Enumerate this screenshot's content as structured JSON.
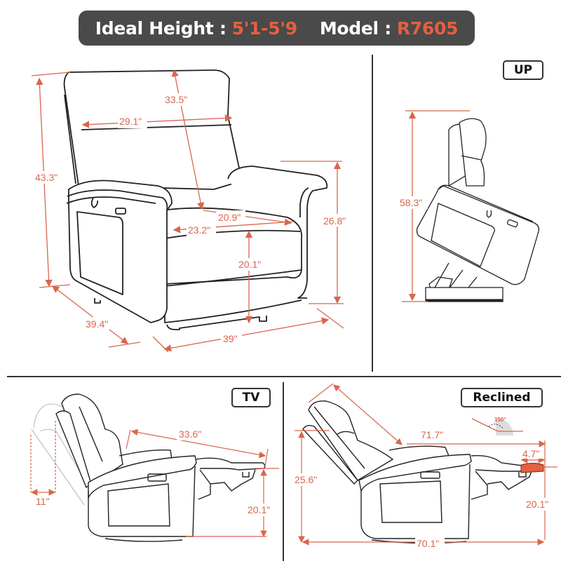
{
  "header": {
    "ideal_height_label": "Ideal Height :",
    "ideal_height_value": "5'1-5'9",
    "model_label": "Model :",
    "model_value": "R7605"
  },
  "colors": {
    "banner_bg": "#4a4a4a",
    "accent": "#e4603f",
    "dimension_line": "#d9664c",
    "outline": "#222222"
  },
  "panels": {
    "front": {
      "dimensions": {
        "overall_height": "43.3\"",
        "back_height": "33.5\"",
        "back_width": "29.1\"",
        "seat_depth": "20.9\"",
        "seat_width": "23.2\"",
        "seat_height": "20.1\"",
        "arm_height": "26.8\"",
        "depth": "39.4\"",
        "width": "39\""
      }
    },
    "up": {
      "label": "UP",
      "dimensions": {
        "lift_height": "58.3\""
      }
    },
    "tv": {
      "label": "TV",
      "dimensions": {
        "wall_clearance": "11\"",
        "extended_length": "33.6\"",
        "footrest_height": "20.1\""
      }
    },
    "reclined": {
      "label": "Reclined",
      "angle": "150°",
      "dimensions": {
        "diagonal_length": "71.7\"",
        "footrest_extension": "4.7\"",
        "reclined_height": "25.6\"",
        "footrest_height": "20.1\"",
        "total_length": "70.1\""
      }
    }
  }
}
